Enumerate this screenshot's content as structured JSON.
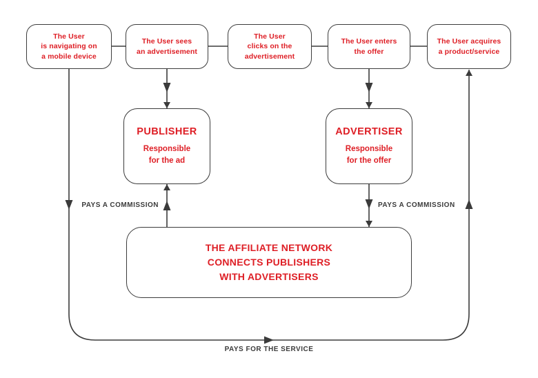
{
  "palette": {
    "red": "#de1e25",
    "dark": "#3b3b3b"
  },
  "steps": [
    "The User\nis navigating on\na mobile device",
    "The User sees\nan advertisement",
    "The User\nclicks on the\nadvertisement",
    "The User enters\nthe offer",
    "The User acquires\na product/service"
  ],
  "entities": {
    "publisher": {
      "title": "PUBLISHER",
      "subtitle": "Responsible\nfor the ad"
    },
    "advertiser": {
      "title": "ADVERTISER",
      "subtitle": "Responsible\nfor the offer"
    },
    "network": {
      "title": "THE AFFILIATE NETWORK\nCONNECTS PUBLISHERS\nWITH ADVERTISERS"
    }
  },
  "edge_labels": {
    "publisher_commission": "PAYS A COMMISSION",
    "advertiser_commission": "PAYS A COMMISSION",
    "service_payment": "PAYS FOR THE SERVICE"
  }
}
